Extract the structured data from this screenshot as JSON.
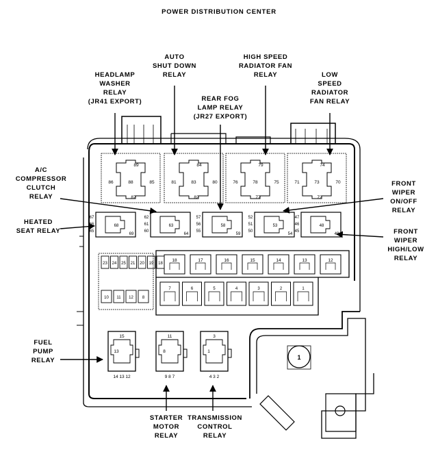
{
  "title": "POWER DISTRIBUTION CENTER",
  "labels": {
    "headlamp_washer": "HEADLAMP\nWASHER\nRELAY\n(JR41 EXPORT)",
    "auto_shut_down": "AUTO\nSHUT DOWN\nRELAY",
    "high_speed_fan": "HIGH SPEED\nRADIATOR FAN\nRELAY",
    "low_speed_fan": "LOW\nSPEED\nRADIATOR\nFAN RELAY",
    "rear_fog": "REAR FOG\nLAMP RELAY\n(JR27 EXPORT)",
    "ac_clutch": "A/C\nCOMPRESSOR\nCLUTCH\nRELAY",
    "heated_seat": "HEATED\nSEAT RELAY",
    "front_wiper_onoff": "FRONT\nWIPER\nON/OFF\nRELAY",
    "front_wiper_highlow": "FRONT\nWIPER\nHIGH/LOW\nRELAY",
    "fuel_pump": "FUEL\nPUMP\nRELAY",
    "starter_motor": "STARTER\nMOTOR\nRELAY",
    "transmission_control": "TRANSMISSION\nCONTROL\nRELAY"
  },
  "top_relays": [
    {
      "pins": [
        "89",
        "86",
        "88",
        "85",
        "87"
      ]
    },
    {
      "pins": [
        "84",
        "81",
        "83",
        "80",
        "82"
      ]
    },
    {
      "pins": [
        "79",
        "76",
        "78",
        "75",
        "77"
      ]
    },
    {
      "pins": [
        "74",
        "71",
        "73",
        "70",
        "72"
      ]
    }
  ],
  "mid_relays": [
    {
      "pins": [
        "67",
        "66",
        "65",
        "68",
        "69"
      ]
    },
    {
      "pins": [
        "62",
        "61",
        "60",
        "63",
        "64"
      ]
    },
    {
      "pins": [
        "57",
        "56",
        "55",
        "58",
        "59"
      ]
    },
    {
      "pins": [
        "52",
        "51",
        "50",
        "53",
        "54"
      ]
    },
    {
      "pins": [
        "47",
        "46",
        "45",
        "48",
        "49"
      ]
    }
  ],
  "small_fuses_top": [
    "23",
    "24",
    "25",
    "21",
    "20",
    "19",
    "18"
  ],
  "small_fuses_bottom": [
    "10",
    "11",
    "12",
    "8"
  ],
  "maxi_fuses_top": [
    "18",
    "17",
    "16",
    "15",
    "14",
    "13",
    "12"
  ],
  "maxi_fuses_bottom": [
    "7",
    "6",
    "5",
    "4",
    "3",
    "2",
    "1"
  ],
  "bottom_relays": [
    {
      "top": "15",
      "mid": "13",
      "pins": "14 13 12"
    },
    {
      "top": "11",
      "mid": "8",
      "pins": "9  8  7"
    },
    {
      "top": "3",
      "mid": "1",
      "pins": "4  3  2"
    }
  ],
  "stud_label": "1"
}
